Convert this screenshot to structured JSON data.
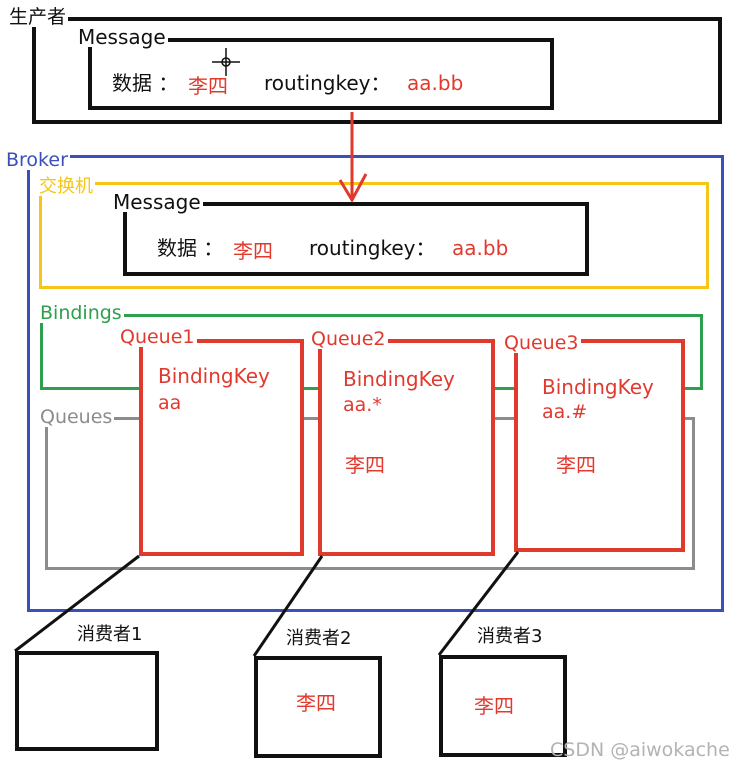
{
  "producer": {
    "label": "生产者",
    "message": {
      "title": "Message",
      "data_label": "数据 ：",
      "data_value": "李四",
      "key_label": "routingkey：",
      "key_value": "aa.bb"
    }
  },
  "broker": {
    "label": "Broker",
    "exchange": {
      "label": "交换机",
      "message": {
        "title": "Message",
        "data_label": "数据 ：",
        "data_value": "李四",
        "key_label": "routingkey：",
        "key_value": "aa.bb"
      }
    },
    "bindings_label": "Bindings",
    "queues_label": "Queues",
    "queues": [
      {
        "name": "Queue1",
        "binding_label": "BindingKey",
        "binding_key": "aa",
        "content": ""
      },
      {
        "name": "Queue2",
        "binding_label": "BindingKey",
        "binding_key": "aa.*",
        "content": "李四"
      },
      {
        "name": "Queue3",
        "binding_label": "BindingKey",
        "binding_key": "aa.#",
        "content": "李四"
      }
    ]
  },
  "consumers": [
    {
      "label": "消费者1",
      "content": ""
    },
    {
      "label": "消费者2",
      "content": "李四"
    },
    {
      "label": "消费者3",
      "content": "李四"
    }
  ],
  "watermark": "CSDN @aiwokache",
  "colors": {
    "black": "#111111",
    "blue": "#3b4fb8",
    "yellow": "#f5c518",
    "green": "#2e9e4f",
    "gray": "#8c8c8c",
    "red": "#e03a2f"
  }
}
